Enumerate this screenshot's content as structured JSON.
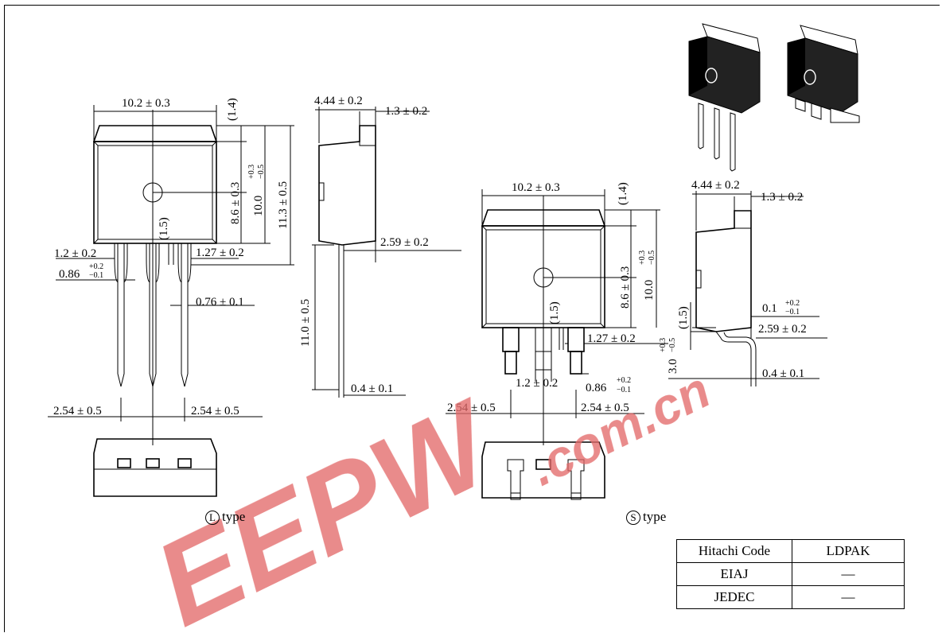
{
  "dims": {
    "l_width": "10.2 ± 0.3",
    "l_tab": "(1.4)",
    "l_body_h": "8.6 ± 0.3",
    "l_total_10": "10.0",
    "l_total_10_tol_up": "+0.3",
    "l_total_10_tol_dn": "−0.5",
    "l_total_113": "11.3 ± 0.5",
    "l_15": "(1.5)",
    "l_lead_12": "1.2 ± 0.2",
    "l_lead_086": "0.86",
    "l_lead_086_up": "+0.2",
    "l_lead_086_dn": "−0.1",
    "l_lead_127": "1.27 ± 0.2",
    "l_lead_076": "0.76 ± 0.1",
    "l_pitch_left": "2.54 ± 0.5",
    "l_pitch_right": "2.54 ± 0.5",
    "side_444": "4.44 ± 0.2",
    "side_13": "1.3 ± 0.2",
    "side_259": "2.59 ± 0.2",
    "side_110": "11.0 ± 0.5",
    "side_04": "0.4 ± 0.1",
    "s_width": "10.2 ± 0.3",
    "s_tab": "(1.4)",
    "s_body_h": "8.6 ± 0.3",
    "s_total_10": "10.0",
    "s_total_10_up": "+0.3",
    "s_total_10_dn": "−0.5",
    "s_15": "(1.5)",
    "s_127": "1.27 ± 0.2",
    "s_12": "1.2 ± 0.2",
    "s_086": "0.86",
    "s_086_up": "+0.2",
    "s_086_dn": "−0.1",
    "s_pitch_left": "2.54 ± 0.5",
    "s_pitch_right": "2.54 ± 0.5",
    "s_3": "3.0",
    "s_3_up": "+0.3",
    "s_3_dn": "−0.5",
    "s_side_444": "4.44 ± 0.2",
    "s_side_13": "1.3 ± 0.2",
    "s_side_01": "0.1",
    "s_side_01_up": "+0.2",
    "s_side_01_dn": "−0.1",
    "s_side_15": "(1.5)",
    "s_side_259": "2.59 ± 0.2",
    "s_side_04": "0.4 ± 0.1"
  },
  "labels": {
    "l_type_letter": "L",
    "l_type_word": "type",
    "s_type_letter": "S",
    "s_type_word": "type"
  },
  "table": {
    "rows": [
      {
        "key": "Hitachi Code",
        "value": "LDPAK"
      },
      {
        "key": "EIAJ",
        "value": "—"
      },
      {
        "key": "JEDEC",
        "value": "—"
      }
    ]
  },
  "watermark": {
    "logo_text": "EEPW",
    "domain_text": ".com.cn",
    "color": "#e36a6a"
  }
}
